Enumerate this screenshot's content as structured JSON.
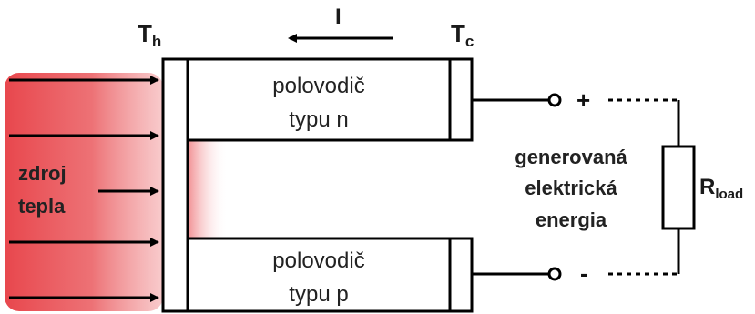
{
  "labels": {
    "t_hot_main": "T",
    "t_hot_sub": "h",
    "t_cold_main": "T",
    "t_cold_sub": "c",
    "current": "I",
    "n_type_line1": "polovodič",
    "n_type_line2": "typu n",
    "p_type_line1": "polovodič",
    "p_type_line2": "typu p",
    "heat_line1": "zdroj",
    "heat_line2": "tepla",
    "generated_line1": "generovaná",
    "generated_line2": "elektrická",
    "generated_line3": "energia",
    "plus": "+",
    "minus": "-",
    "load_main": "R",
    "load_sub": "load"
  },
  "colors": {
    "heat_source": "#e8474d",
    "stroke": "#000000",
    "text": "#222222"
  }
}
